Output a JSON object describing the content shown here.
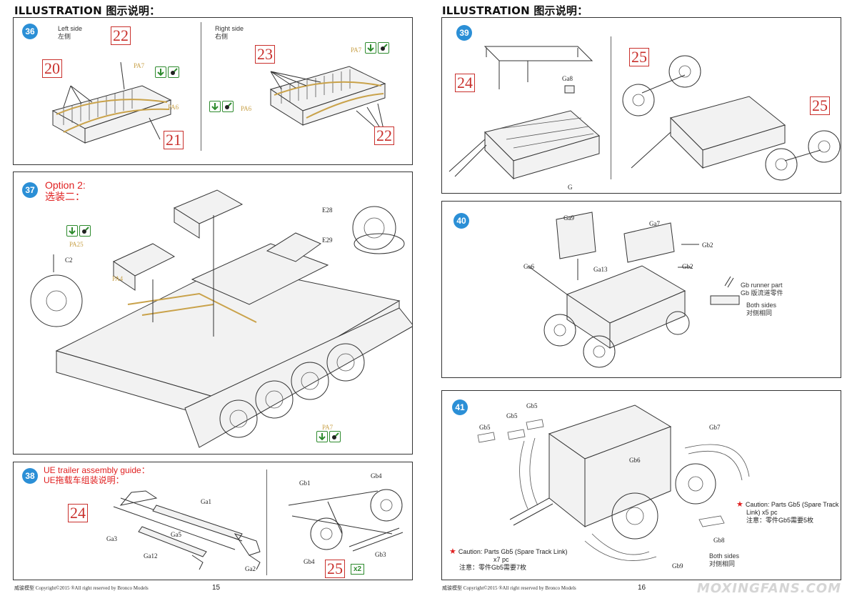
{
  "page_left": {
    "header": "ILLUSTRATION 图示说明：",
    "page_number": "15",
    "footer": "威骏模型   Copyright©2015   ®All right reserved by Bronco Models"
  },
  "page_right": {
    "header": "ILLUSTRATION 图示说明：",
    "page_number": "16",
    "footer": "威骏模型   Copyright©2015   ®All right reserved by Bronco Models"
  },
  "step36": {
    "number": "36",
    "left_side": "Left side",
    "left_side_cn": "左侧",
    "right_side": "Right side",
    "right_side_cn": "右侧",
    "parts_left": [
      "22",
      "20",
      "21"
    ],
    "parts_right": [
      "23",
      "22"
    ],
    "labels": [
      "PA7",
      "PA6",
      "PA7",
      "PA6"
    ]
  },
  "step37": {
    "number": "37",
    "title": "Option 2:",
    "title_cn": "选装二：",
    "labels": [
      "E28",
      "E29",
      "PA25",
      "C2",
      "PA4",
      "PA7"
    ]
  },
  "step38": {
    "number": "38",
    "title": "UE trailer assembly guide：",
    "title_cn": "UE拖载车组装说明：",
    "part_left": "24",
    "part_right": "25",
    "multiplier": "x2",
    "labels": [
      "Ga1",
      "Ga5",
      "Ga3",
      "Ga12",
      "Ga2",
      "Gb1",
      "Gb4",
      "Gb4",
      "Gb3"
    ]
  },
  "step39": {
    "number": "39",
    "parts": [
      "24",
      "25",
      "25"
    ],
    "labels": [
      "Ga8",
      "G"
    ]
  },
  "step40": {
    "number": "40",
    "labels": [
      "Ga9",
      "Ga7",
      "Gb2",
      "Ga6",
      "Ga13",
      "Gb2"
    ],
    "runner_note": "Gb runner part",
    "runner_note_cn": "Gb 版流道零件",
    "both_sides": "Both sides",
    "both_sides_cn": "对侧相同"
  },
  "step41": {
    "number": "41",
    "labels": [
      "Gb5",
      "Gb5",
      "Gb5",
      "Gb7",
      "Gb6",
      "Gb8",
      "Gb9"
    ],
    "caution_right_1": "Caution: Parts Gb5 (Spare Track",
    "caution_right_2": "Link) x5 pc",
    "caution_right_cn": "注意：零件Gb5需要5枚",
    "caution_left_1": "Caution: Parts Gb5 (Spare Track Link)",
    "caution_left_2": "x7 pc",
    "caution_left_cn": "注意：零件Gb5需要7枚",
    "both_sides": "Both sides",
    "both_sides_cn": "对侧相同"
  },
  "watermark": "MOXINGFANS.COM",
  "colors": {
    "step_badge": "#2b8fd6",
    "part_red": "#c9302c",
    "icon_green": "#2e8b2e",
    "decal_gold": "#c9a24a"
  },
  "icons": [
    "glue-down-arrow-icon",
    "paint-brush-icon",
    "star-icon"
  ]
}
